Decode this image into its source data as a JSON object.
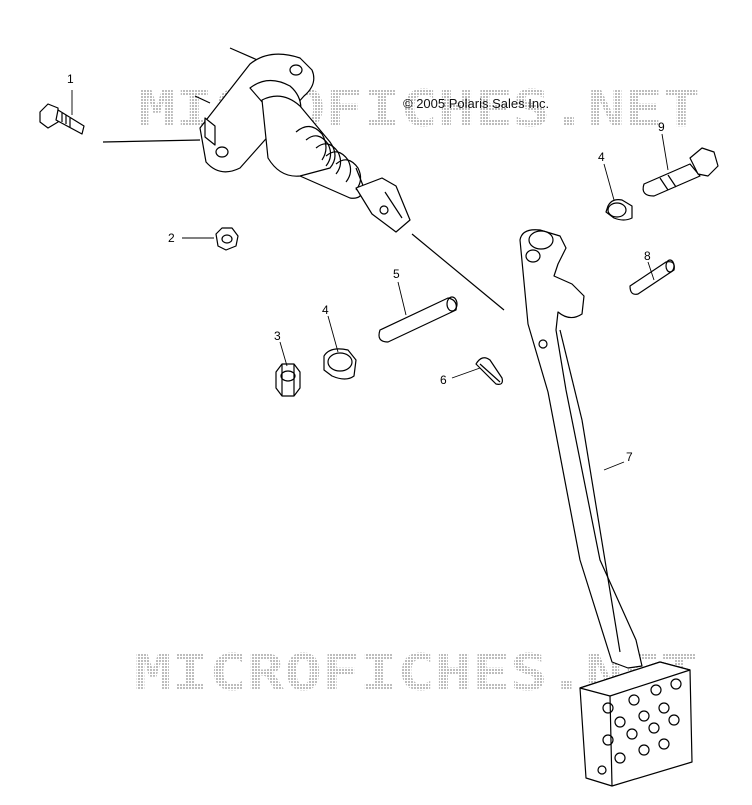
{
  "copyright": "© 2005 Polaris Sales Inc.",
  "watermark": {
    "text": "MICROFICHES.NET",
    "color": "#c8c8c8"
  },
  "callouts": [
    {
      "id": "c1",
      "label": "1"
    },
    {
      "id": "c2",
      "label": "2"
    },
    {
      "id": "c3",
      "label": "3"
    },
    {
      "id": "c4a",
      "label": "4"
    },
    {
      "id": "c4b",
      "label": "4"
    },
    {
      "id": "c5",
      "label": "5"
    },
    {
      "id": "c6",
      "label": "6"
    },
    {
      "id": "c7",
      "label": "7"
    },
    {
      "id": "c8",
      "label": "8"
    },
    {
      "id": "c9",
      "label": "9"
    }
  ],
  "parts": [
    {
      "name": "bolt",
      "icon": "bolt-icon"
    },
    {
      "name": "nut",
      "icon": "hex-nut-icon"
    },
    {
      "name": "lock-nut",
      "icon": "hex-nut-icon"
    },
    {
      "name": "bushing",
      "icon": "bushing-icon"
    },
    {
      "name": "sleeve",
      "icon": "sleeve-icon"
    },
    {
      "name": "cotter-pin",
      "icon": "cotter-pin-icon"
    },
    {
      "name": "brake-pedal",
      "icon": "pedal-icon"
    },
    {
      "name": "clevis-pin",
      "icon": "clevis-pin-icon"
    },
    {
      "name": "pivot-bolt",
      "icon": "bolt-icon"
    },
    {
      "name": "master-cylinder",
      "icon": "master-cylinder-icon"
    }
  ]
}
